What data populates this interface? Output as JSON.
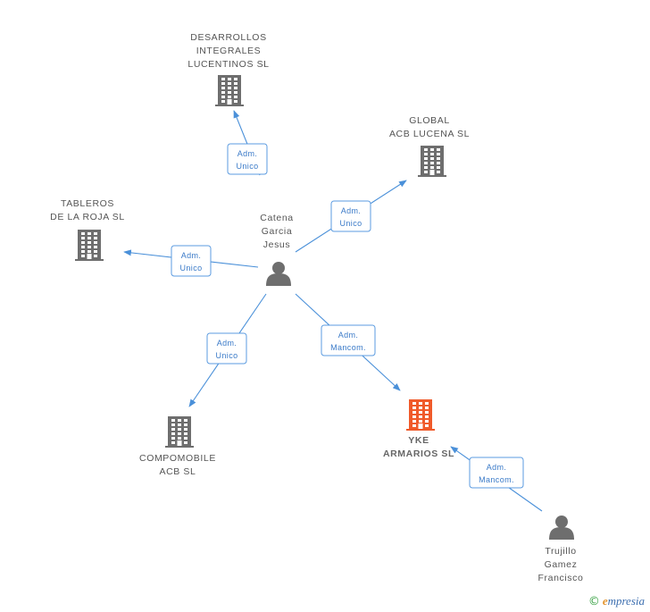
{
  "colors": {
    "edge": "#4a90d9",
    "label_border": "#5b9be0",
    "company": "#6e6e6e",
    "focus_company": "#f05a2a",
    "person": "#6e6e6e"
  },
  "nodes": [
    {
      "id": "desarrollos",
      "kind": "company",
      "lines": [
        "DESARROLLOS",
        "INTEGRALES",
        "LUCENTINOS SL"
      ]
    },
    {
      "id": "global",
      "kind": "company",
      "lines": [
        "GLOBAL",
        "ACB LUCENA SL"
      ]
    },
    {
      "id": "tableros",
      "kind": "company",
      "lines": [
        "TABLEROS",
        "DE LA ROJA SL"
      ]
    },
    {
      "id": "compomobile",
      "kind": "company",
      "lines": [
        "COMPOMOBILE",
        "ACB SL"
      ]
    },
    {
      "id": "yke",
      "kind": "focus-company",
      "lines": [
        "YKE",
        "ARMARIOS SL"
      ]
    },
    {
      "id": "catena",
      "kind": "person",
      "lines": [
        "Catena",
        "Garcia",
        "Jesus"
      ]
    },
    {
      "id": "trujillo",
      "kind": "person",
      "lines": [
        "Trujillo",
        "Gamez",
        "Francisco"
      ]
    }
  ],
  "edges": [
    {
      "from": "catena",
      "to": "desarrollos",
      "label": [
        "Adm.",
        "Unico"
      ]
    },
    {
      "from": "catena",
      "to": "global",
      "label": [
        "Adm.",
        "Unico"
      ]
    },
    {
      "from": "catena",
      "to": "tableros",
      "label": [
        "Adm.",
        "Unico"
      ]
    },
    {
      "from": "catena",
      "to": "compomobile",
      "label": [
        "Adm.",
        "Unico"
      ]
    },
    {
      "from": "catena",
      "to": "yke",
      "label": [
        "Adm.",
        "Mancom."
      ]
    },
    {
      "from": "trujillo",
      "to": "yke",
      "label": [
        "Adm.",
        "Mancom."
      ]
    }
  ],
  "footer": {
    "copyright_symbol": "©",
    "brand_initial": "e",
    "brand_rest": "mpresia"
  }
}
